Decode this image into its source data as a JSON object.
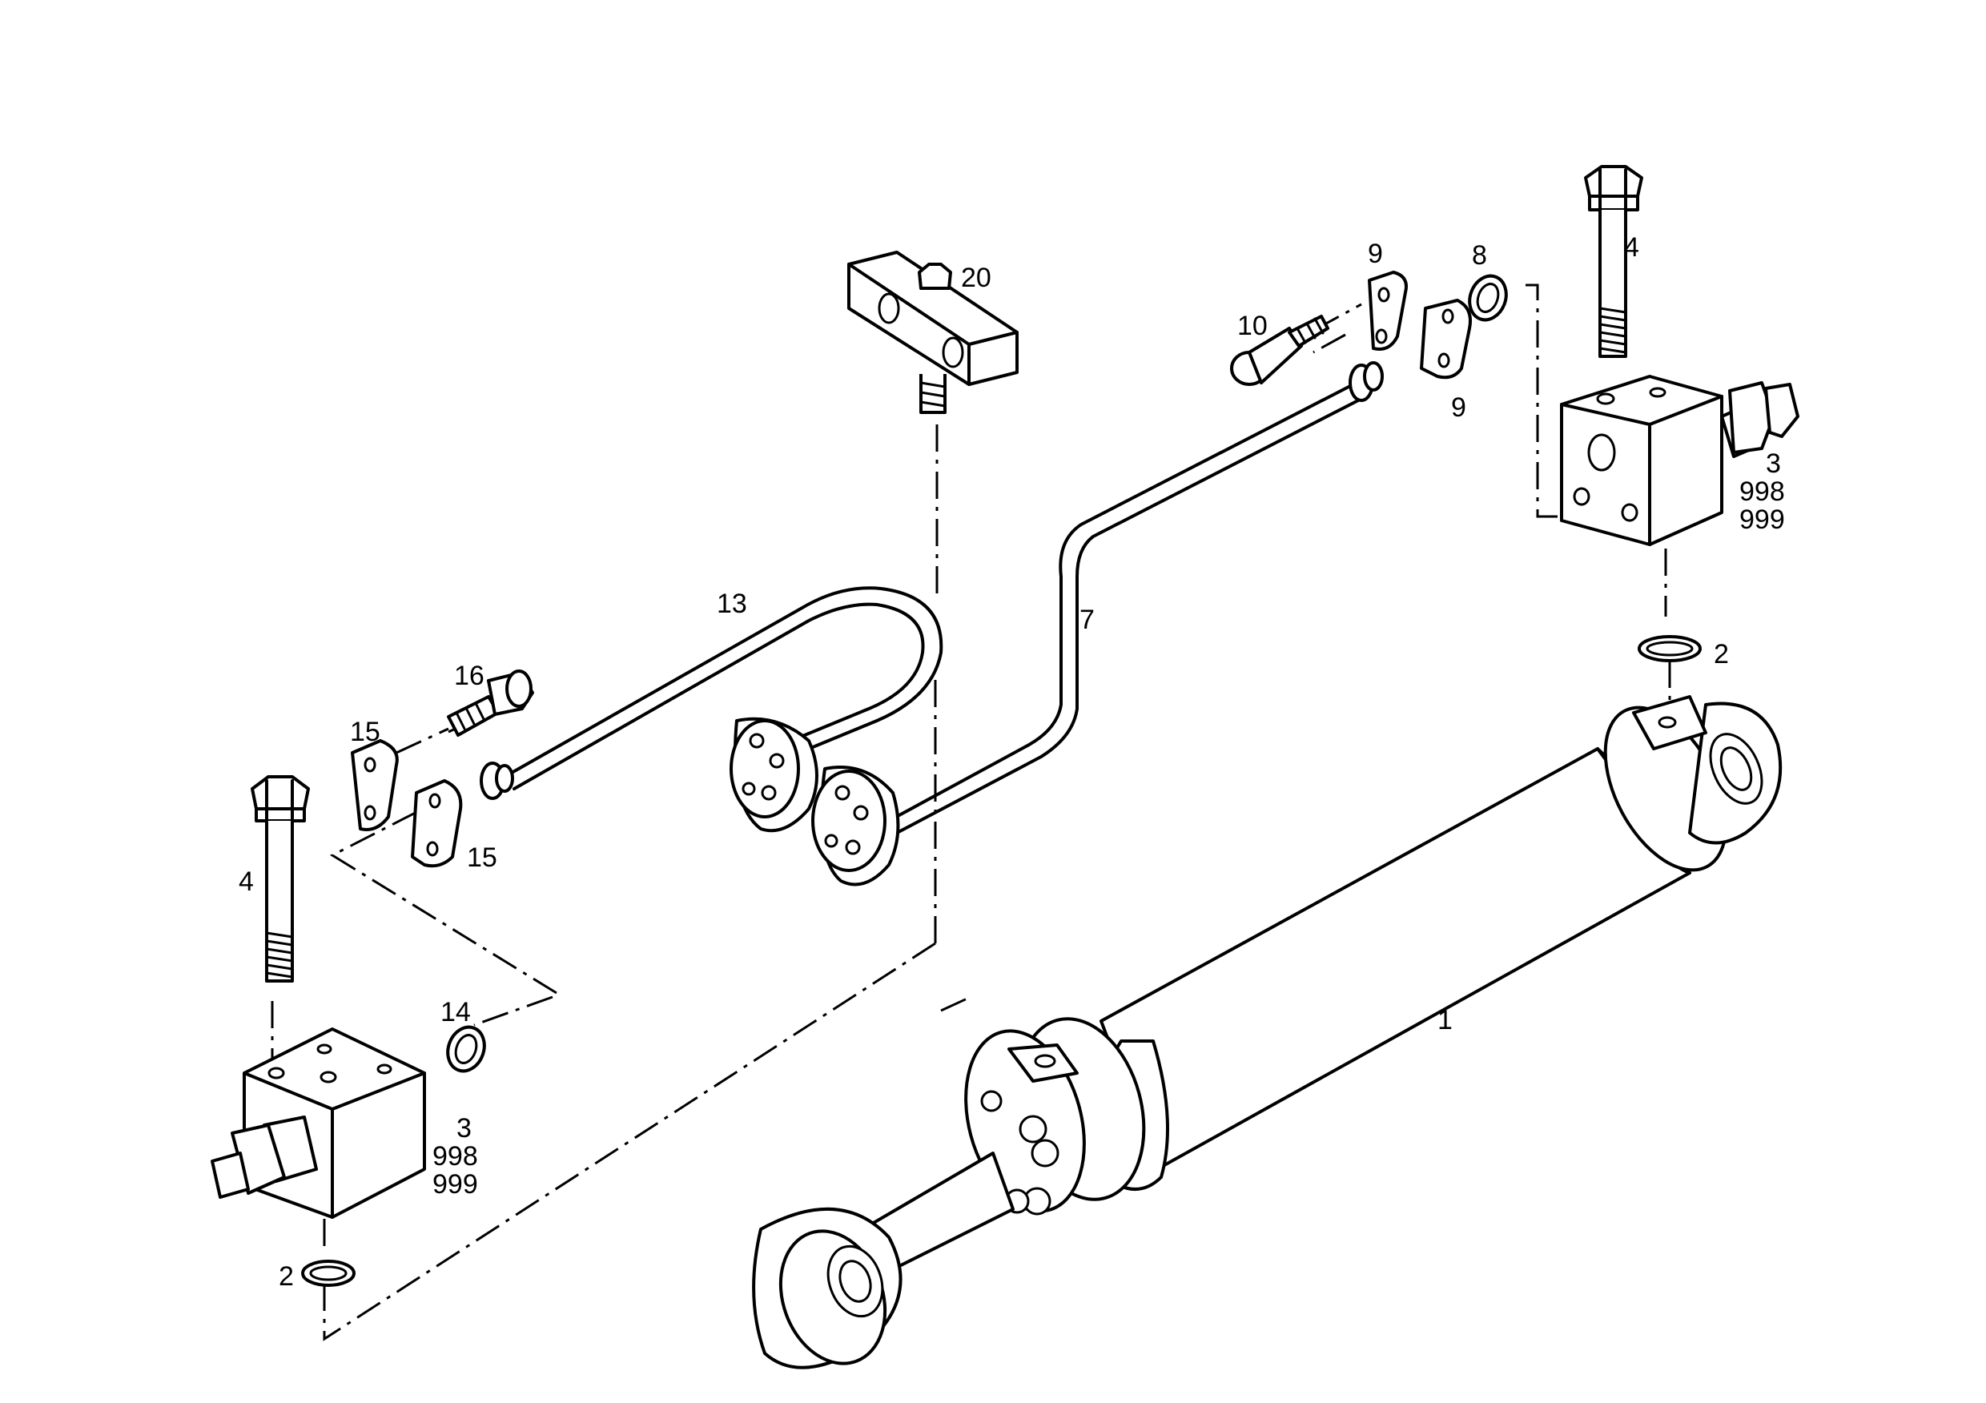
{
  "labels": {
    "p1": "1",
    "p2_right": "2",
    "p2_left": "2",
    "p3_right": "3",
    "p3_right_998": "998",
    "p3_right_999": "999",
    "p3_left": "3",
    "p3_left_998": "998",
    "p3_left_999": "999",
    "p4_right": "4",
    "p4_left": "4",
    "p7": "7",
    "p8": "8",
    "p9_top": "9",
    "p9_bottom": "9",
    "p10": "10",
    "p13": "13",
    "p14": "14",
    "p15_top": "15",
    "p15_bottom": "15",
    "p16": "16",
    "p20": "20"
  },
  "icons": {
    "cylinder": "hydraulic-cylinder-icon",
    "valve_block": "valve-block-icon",
    "bolt": "hex-bolt-icon",
    "o_ring": "o-ring-icon",
    "clamp": "pipe-clamp-icon",
    "pipe": "hydraulic-pipe-icon",
    "flange": "flange-icon"
  }
}
